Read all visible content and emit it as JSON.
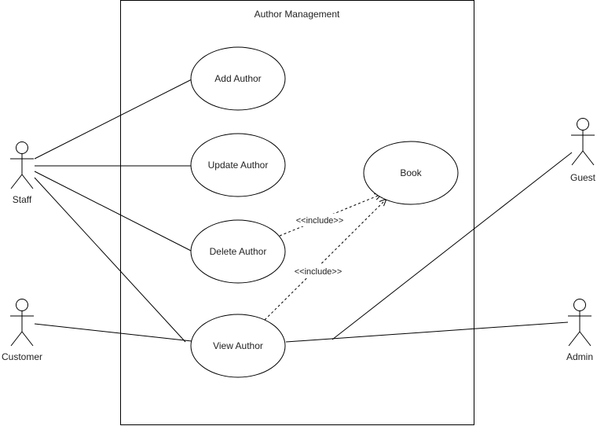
{
  "system": {
    "title": "Author Management"
  },
  "use_cases": {
    "add_author": "Add Author",
    "update_author": "Update Author",
    "delete_author": "Delete Author",
    "view_author": "View Author",
    "book": "Book"
  },
  "actors": {
    "staff": "Staff",
    "customer": "Customer",
    "guest": "Guest",
    "admin": "Admin"
  },
  "relations": {
    "delete_include": "<<include>>",
    "view_include": "<<include>>"
  }
}
